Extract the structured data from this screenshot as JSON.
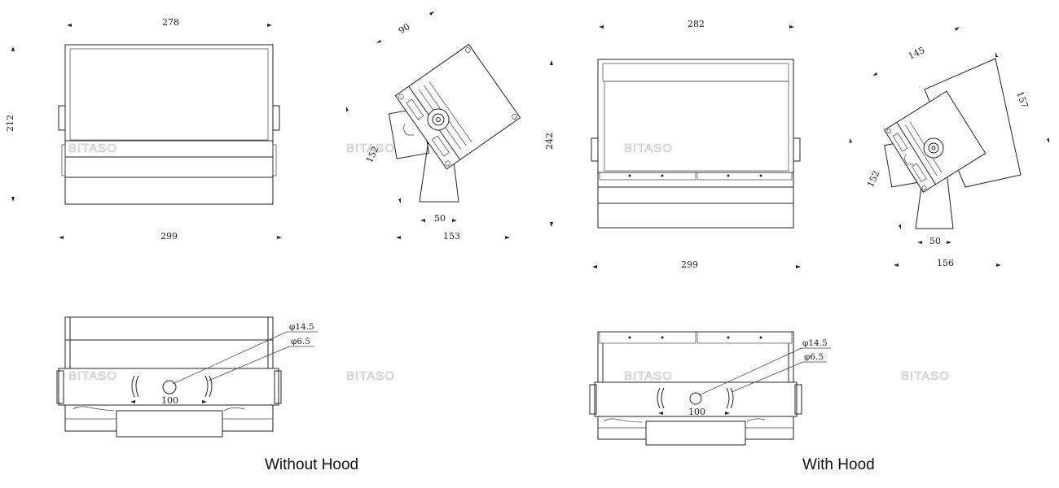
{
  "watermark": "BITASO",
  "without_hood": {
    "caption": "Without Hood",
    "front": {
      "width_top": "278",
      "width_bottom": "299",
      "height": "212"
    },
    "side": {
      "angle_dim": "90",
      "depth": "152",
      "base_width": "50",
      "total_depth": "153"
    },
    "bottom": {
      "hole_large": "φ14.5",
      "hole_small": "φ6.5",
      "spacing": "100"
    }
  },
  "with_hood": {
    "caption": "With Hood",
    "front": {
      "width_top": "282",
      "width_bottom": "299",
      "height": "242"
    },
    "side": {
      "hood_top": "145",
      "hood_depth": "157",
      "depth": "152",
      "base_width": "50",
      "total_depth": "156"
    },
    "bottom": {
      "hole_large": "φ14.5",
      "hole_small": "φ6.5",
      "spacing": "100"
    }
  }
}
